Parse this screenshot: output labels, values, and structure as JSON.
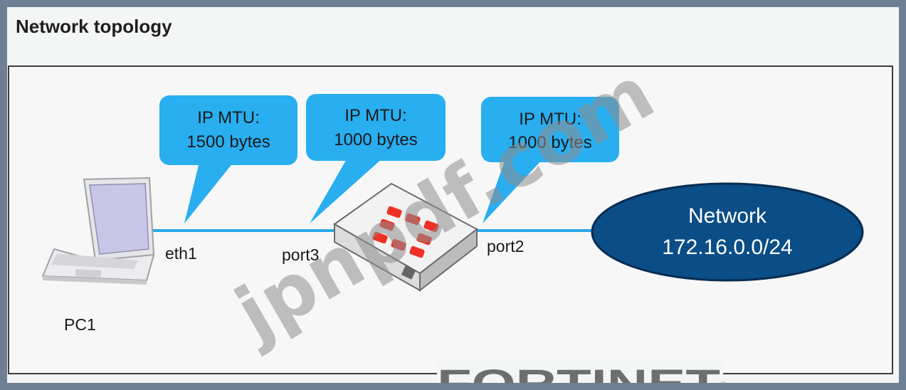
{
  "title": "Network topology",
  "callouts": [
    {
      "line1": "IP MTU:",
      "line2": "1500 bytes"
    },
    {
      "line1": "IP MTU:",
      "line2": "1000 bytes"
    },
    {
      "line1": "IP MTU:",
      "line2": "1000 bytes"
    }
  ],
  "ports": {
    "pc": "eth1",
    "firewall_in": "port3",
    "firewall_out": "port2"
  },
  "pc_label": "PC1",
  "network": {
    "line1": "Network",
    "line2": "172.16.0.0/24"
  },
  "watermark": "jpnpdf.com",
  "brand": {
    "text": "FORTINET",
    "registered": "®"
  },
  "colors": {
    "callout": "#29aef0",
    "link": "#2aa8e8",
    "network_fill": "#0b4d86",
    "fortinet_red": "#ee3124"
  }
}
